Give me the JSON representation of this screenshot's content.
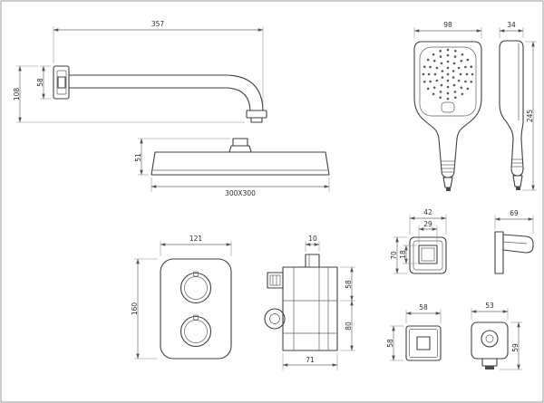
{
  "colors": {
    "line": "#3f3f3f",
    "dimension": "#6e6e6e",
    "background": "#ffffff"
  },
  "components": {
    "shower_arm": {
      "dims": {
        "length": "357",
        "flange": "58",
        "height": "108"
      }
    },
    "hand_shower_front": {
      "dims": {
        "width": "98"
      }
    },
    "hand_shower_side": {
      "dims": {
        "depth": "34",
        "height": "245"
      }
    },
    "shower_head_side": {
      "dims": {
        "height": "51",
        "plate": "300X300"
      }
    },
    "mixer_front": {
      "dims": {
        "width": "121",
        "height": "160"
      }
    },
    "mixer_side": {
      "dims": {
        "stub": "10",
        "upper": "58",
        "lower": "80",
        "width": "71"
      }
    },
    "holder_front": {
      "dims": {
        "width": "42",
        "inner_width": "29",
        "height": "70",
        "inner_height": "18"
      }
    },
    "holder_side": {
      "dims": {
        "depth": "69"
      }
    },
    "outlet_square": {
      "dims": {
        "width": "58",
        "height": "58"
      }
    },
    "outlet_elbow": {
      "dims": {
        "width": "53",
        "height": "59"
      }
    }
  }
}
